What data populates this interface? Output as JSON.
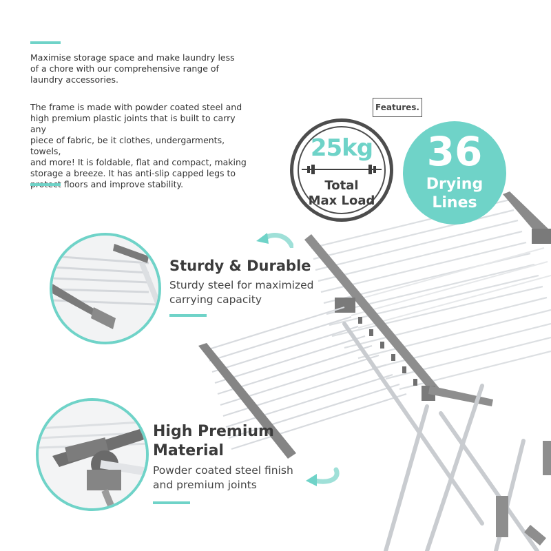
{
  "intro": {
    "paragraph1": [
      "Maximise storage space and make laundry less",
      "of a chore with our comprehensive range of",
      "laundry accessories."
    ],
    "paragraph2": [
      "The frame is made with powder coated steel and",
      "high premium plastic joints that is built to carry any",
      "piece of fabric, be it clothes, undergarments, towels,",
      "and more! It is foldable, flat and compact, making",
      "storage a breeze. It has anti-slip capped legs to",
      "protect floors and improve stability."
    ]
  },
  "features_label": "Features.",
  "badge_load": {
    "value": "25kg",
    "line1": "Total",
    "line2": "Max Load"
  },
  "badge_lines": {
    "value": "36",
    "line1": "Drying",
    "line2": "Lines"
  },
  "feature1": {
    "title": "Sturdy & Durable",
    "desc": [
      "Sturdy steel for maximized",
      "carrying capacity"
    ]
  },
  "feature2": {
    "title": [
      "High Premium",
      "Material"
    ],
    "desc": [
      "Powder coated steel finish",
      "and premium joints"
    ]
  },
  "colors": {
    "accent": "#6fd3c8",
    "dark": "#4d4d4d",
    "frame_grey": "#7c7c7c",
    "wire": "#dcdfe2"
  }
}
